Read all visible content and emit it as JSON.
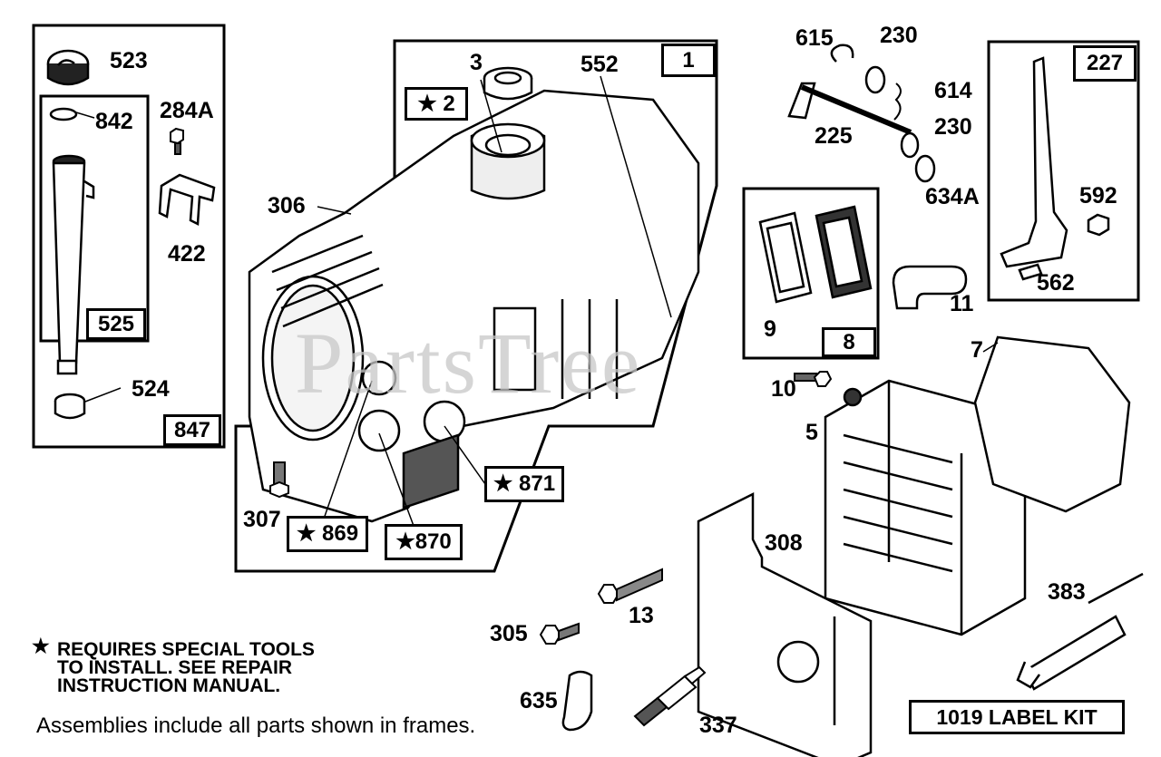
{
  "watermark": "PartsTree",
  "note": {
    "star": "★",
    "line1": "REQUIRES SPECIAL TOOLS",
    "line2": "TO INSTALL.  SEE REPAIR",
    "line3": "INSTRUCTION MANUAL."
  },
  "assemblies_note": "Assemblies include all parts shown in frames.",
  "label_kit": "1019 LABEL KIT",
  "frame_labels": {
    "f1": "1",
    "f2": "★ 2",
    "f8": "8",
    "f227": "227",
    "f525": "525",
    "f847": "847",
    "f869": "★ 869",
    "f870": "★870",
    "f871": "★ 871"
  },
  "part_labels": {
    "p523": "523",
    "p842": "842",
    "p284A": "284A",
    "p422": "422",
    "p524": "524",
    "p3": "3",
    "p552": "552",
    "p306": "306",
    "p307": "307",
    "p615": "615",
    "p230a": "230",
    "p614": "614",
    "p230b": "230",
    "p225": "225",
    "p634A": "634A",
    "p592": "592",
    "p562": "562",
    "p9": "9",
    "p11": "11",
    "p7": "7",
    "p10": "10",
    "p5": "5",
    "p308": "308",
    "p13": "13",
    "p305": "305",
    "p383": "383",
    "p635": "635",
    "p337": "337"
  }
}
